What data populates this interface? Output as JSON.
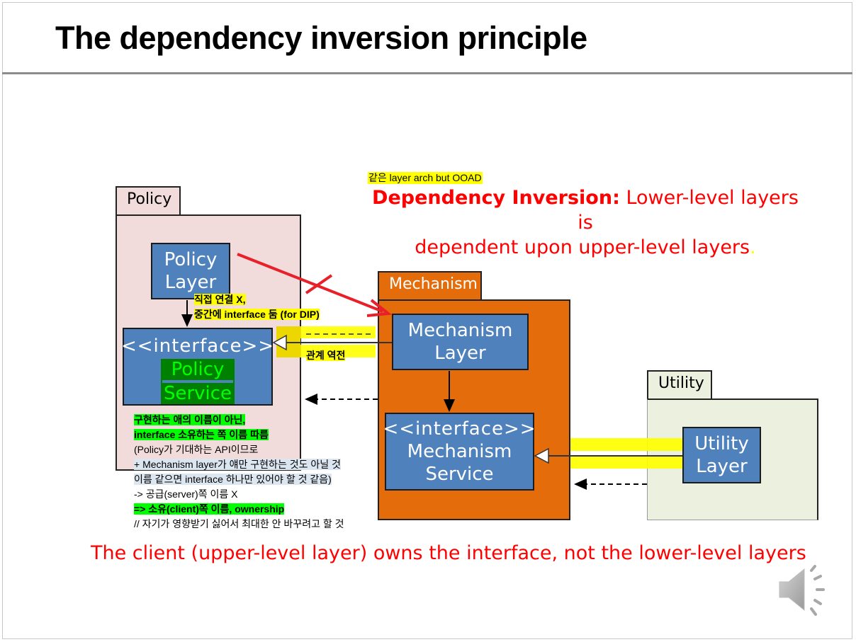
{
  "slide": {
    "title": "The dependency inversion principle"
  },
  "annotations": {
    "top_note": "같은 layer arch but OOAD",
    "heading_bold": "Dependency Inversion:",
    "heading_rest_line1": " Lower-level layers is",
    "heading_line2": "dependent upon upper-level layers",
    "heading_period": ".",
    "direct_note_line1": "직접 연결 X,",
    "direct_note_line2": "중간에 interface 둠 (for DIP)",
    "inversion_note": "관계 역전",
    "bottom_statement": "The client (upper-level layer) owns the interface, not the lower-level layers"
  },
  "naming_notes": [
    {
      "text": "구현하는 애의 이름이 아닌,",
      "highlight": "green",
      "bold": true
    },
    {
      "text": "interface 소유하는 쪽 이름 따름",
      "highlight": "green",
      "bold": true
    },
    {
      "text": "(Policy가 기대하는 API이므로",
      "highlight": "none",
      "bold": false
    },
    {
      "text": "+ Mechanism layer가 얘만 구현하는 것도 아닐 것",
      "highlight": "blue",
      "bold": false
    },
    {
      "text": "이름 같으면 interface 하나만 있어야 할 것 같음)",
      "highlight": "blue",
      "bold": false
    },
    {
      "text": "-> 공급(server)쪽 이름 X",
      "highlight": "none",
      "bold": false
    },
    {
      "text": "=> 소유(client)쪽 이름, ownership",
      "highlight": "green",
      "bold": true
    },
    {
      "text": "// 자기가 영향받기 싫어서 최대한 안 바꾸려고 할 것",
      "highlight": "none",
      "bold": false
    }
  ],
  "packages": {
    "policy": {
      "label": "Policy",
      "fill": "#f2dcdb",
      "layer_box": {
        "line1": "Policy",
        "line2": "Layer"
      },
      "interface_box": {
        "stereotype": "<<interface>>",
        "line1": "Policy",
        "line2": "Service"
      }
    },
    "mechanism": {
      "label": "Mechanism",
      "fill": "#e46c0a",
      "layer_box": {
        "line1": "Mechanism",
        "line2": "Layer"
      },
      "interface_box": {
        "stereotype": "<<interface>>",
        "line1": "Mechanism",
        "line2": "Service"
      }
    },
    "utility": {
      "label": "Utility",
      "fill": "#ebf1de",
      "layer_box": {
        "line1": "Utility",
        "line2": "Layer"
      }
    }
  },
  "colors": {
    "box_blue": "#4f81bd",
    "highlight_yellow": "#ffff00",
    "highlight_green": "#00ff00",
    "policy_service_bg": "#008000",
    "policy_service_text": "#00ff00",
    "red_accent": "#ff0000",
    "arrow_red": "#e8202a"
  },
  "icons": {
    "speaker": "speaker-icon"
  }
}
